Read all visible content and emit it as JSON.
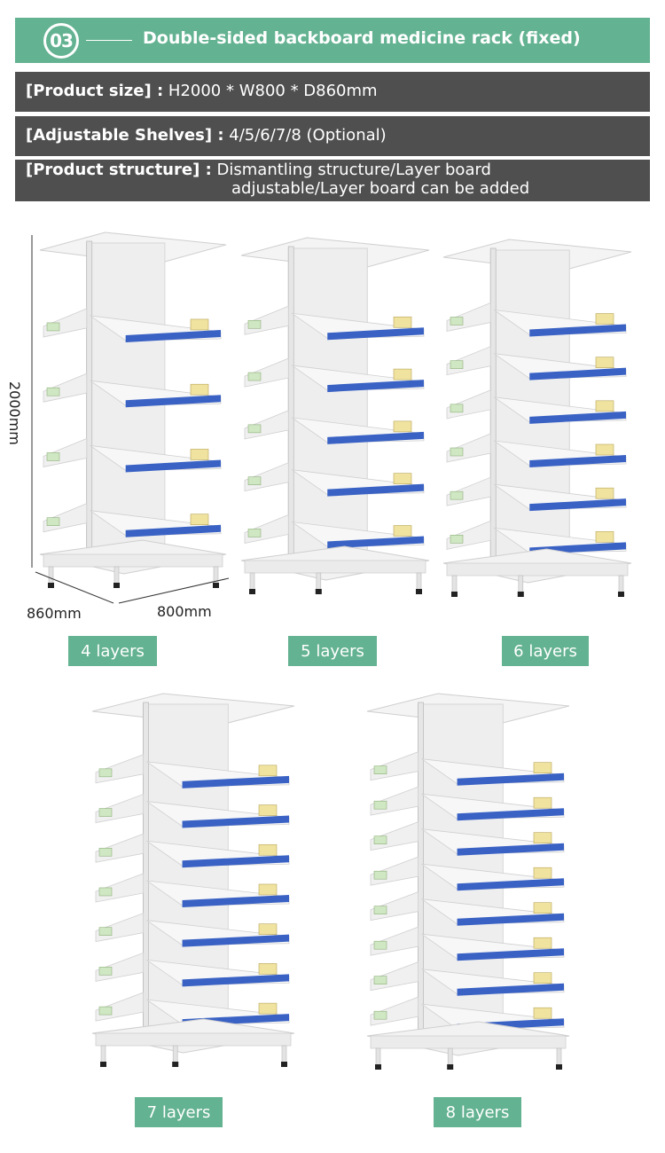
{
  "header": {
    "number": "03",
    "title": "Double-sided backboard medicine rack (fixed)"
  },
  "specs": {
    "size_key": "[Product size] :",
    "size_val": "H2000 * W800 * D860mm",
    "shelves_key": "[Adjustable Shelves] :",
    "shelves_val": "4/5/6/7/8 (Optional)",
    "structure_key": "[Product structure] :",
    "structure_val_1": "Dismantling structure/Layer board",
    "structure_val_2": "adjustable/Layer board can be added"
  },
  "dimensions": {
    "height": "2000mm",
    "depth": "860mm",
    "width": "800mm"
  },
  "variants": [
    {
      "label": "4 layers",
      "layers": 4
    },
    {
      "label": "5 layers",
      "layers": 5
    },
    {
      "label": "6 layers",
      "layers": 6
    },
    {
      "label": "7 layers",
      "layers": 7
    },
    {
      "label": "8 layers",
      "layers": 8
    }
  ],
  "colors": {
    "accent_green": "#63b291",
    "spec_bar": "#4f4f4f",
    "shelf_edge_blue": "#3a62c4",
    "rack_white": "#f2f2f2"
  }
}
